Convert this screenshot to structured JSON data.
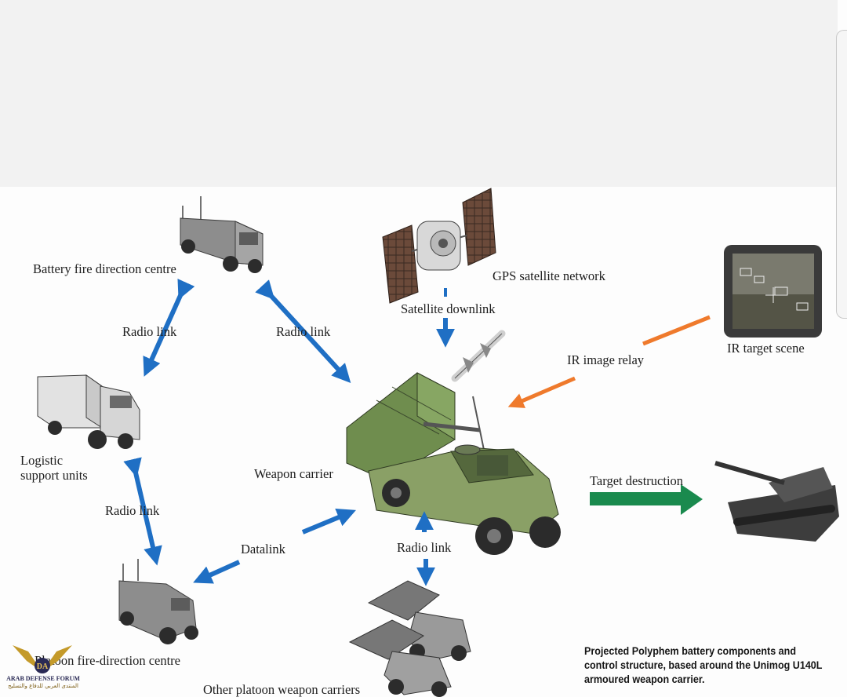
{
  "labels": {
    "battery_fdc": "Battery fire direction centre",
    "gps": "GPS satellite network",
    "sat_downlink": "Satellite downlink",
    "radio_link_left_top": "Radio link",
    "radio_link_right_top": "Radio link",
    "ir_target_scene": "IR target scene",
    "ir_image_relay": "IR image relay",
    "logistic": "Logistic\nsupport units",
    "weapon_carrier": "Weapon carrier",
    "target_destruction": "Target destruction",
    "radio_link_left_bottom": "Radio link",
    "datalink": "Datalink",
    "radio_link_bottom": "Radio link",
    "platoon_fdc": "Platoon fire-direction centre",
    "other_carriers": "Other platoon weapon carriers"
  },
  "caption": "Projected Polyphem battery components and control structure, based around the Unimog U140L armoured weapon carrier.",
  "logo": {
    "initials": "DA",
    "name": "ARAB DEFENSE FORUM",
    "arabic": "المنتدى العربي للدفاع والتسليح"
  },
  "colors": {
    "blue_arrow": "#1f6fc4",
    "orange_arrow": "#ef7a2c",
    "green_arrow": "#1a8a4e",
    "vehicle_green": "#6f8d4e",
    "vehicle_grey": "#8a8a8a"
  }
}
